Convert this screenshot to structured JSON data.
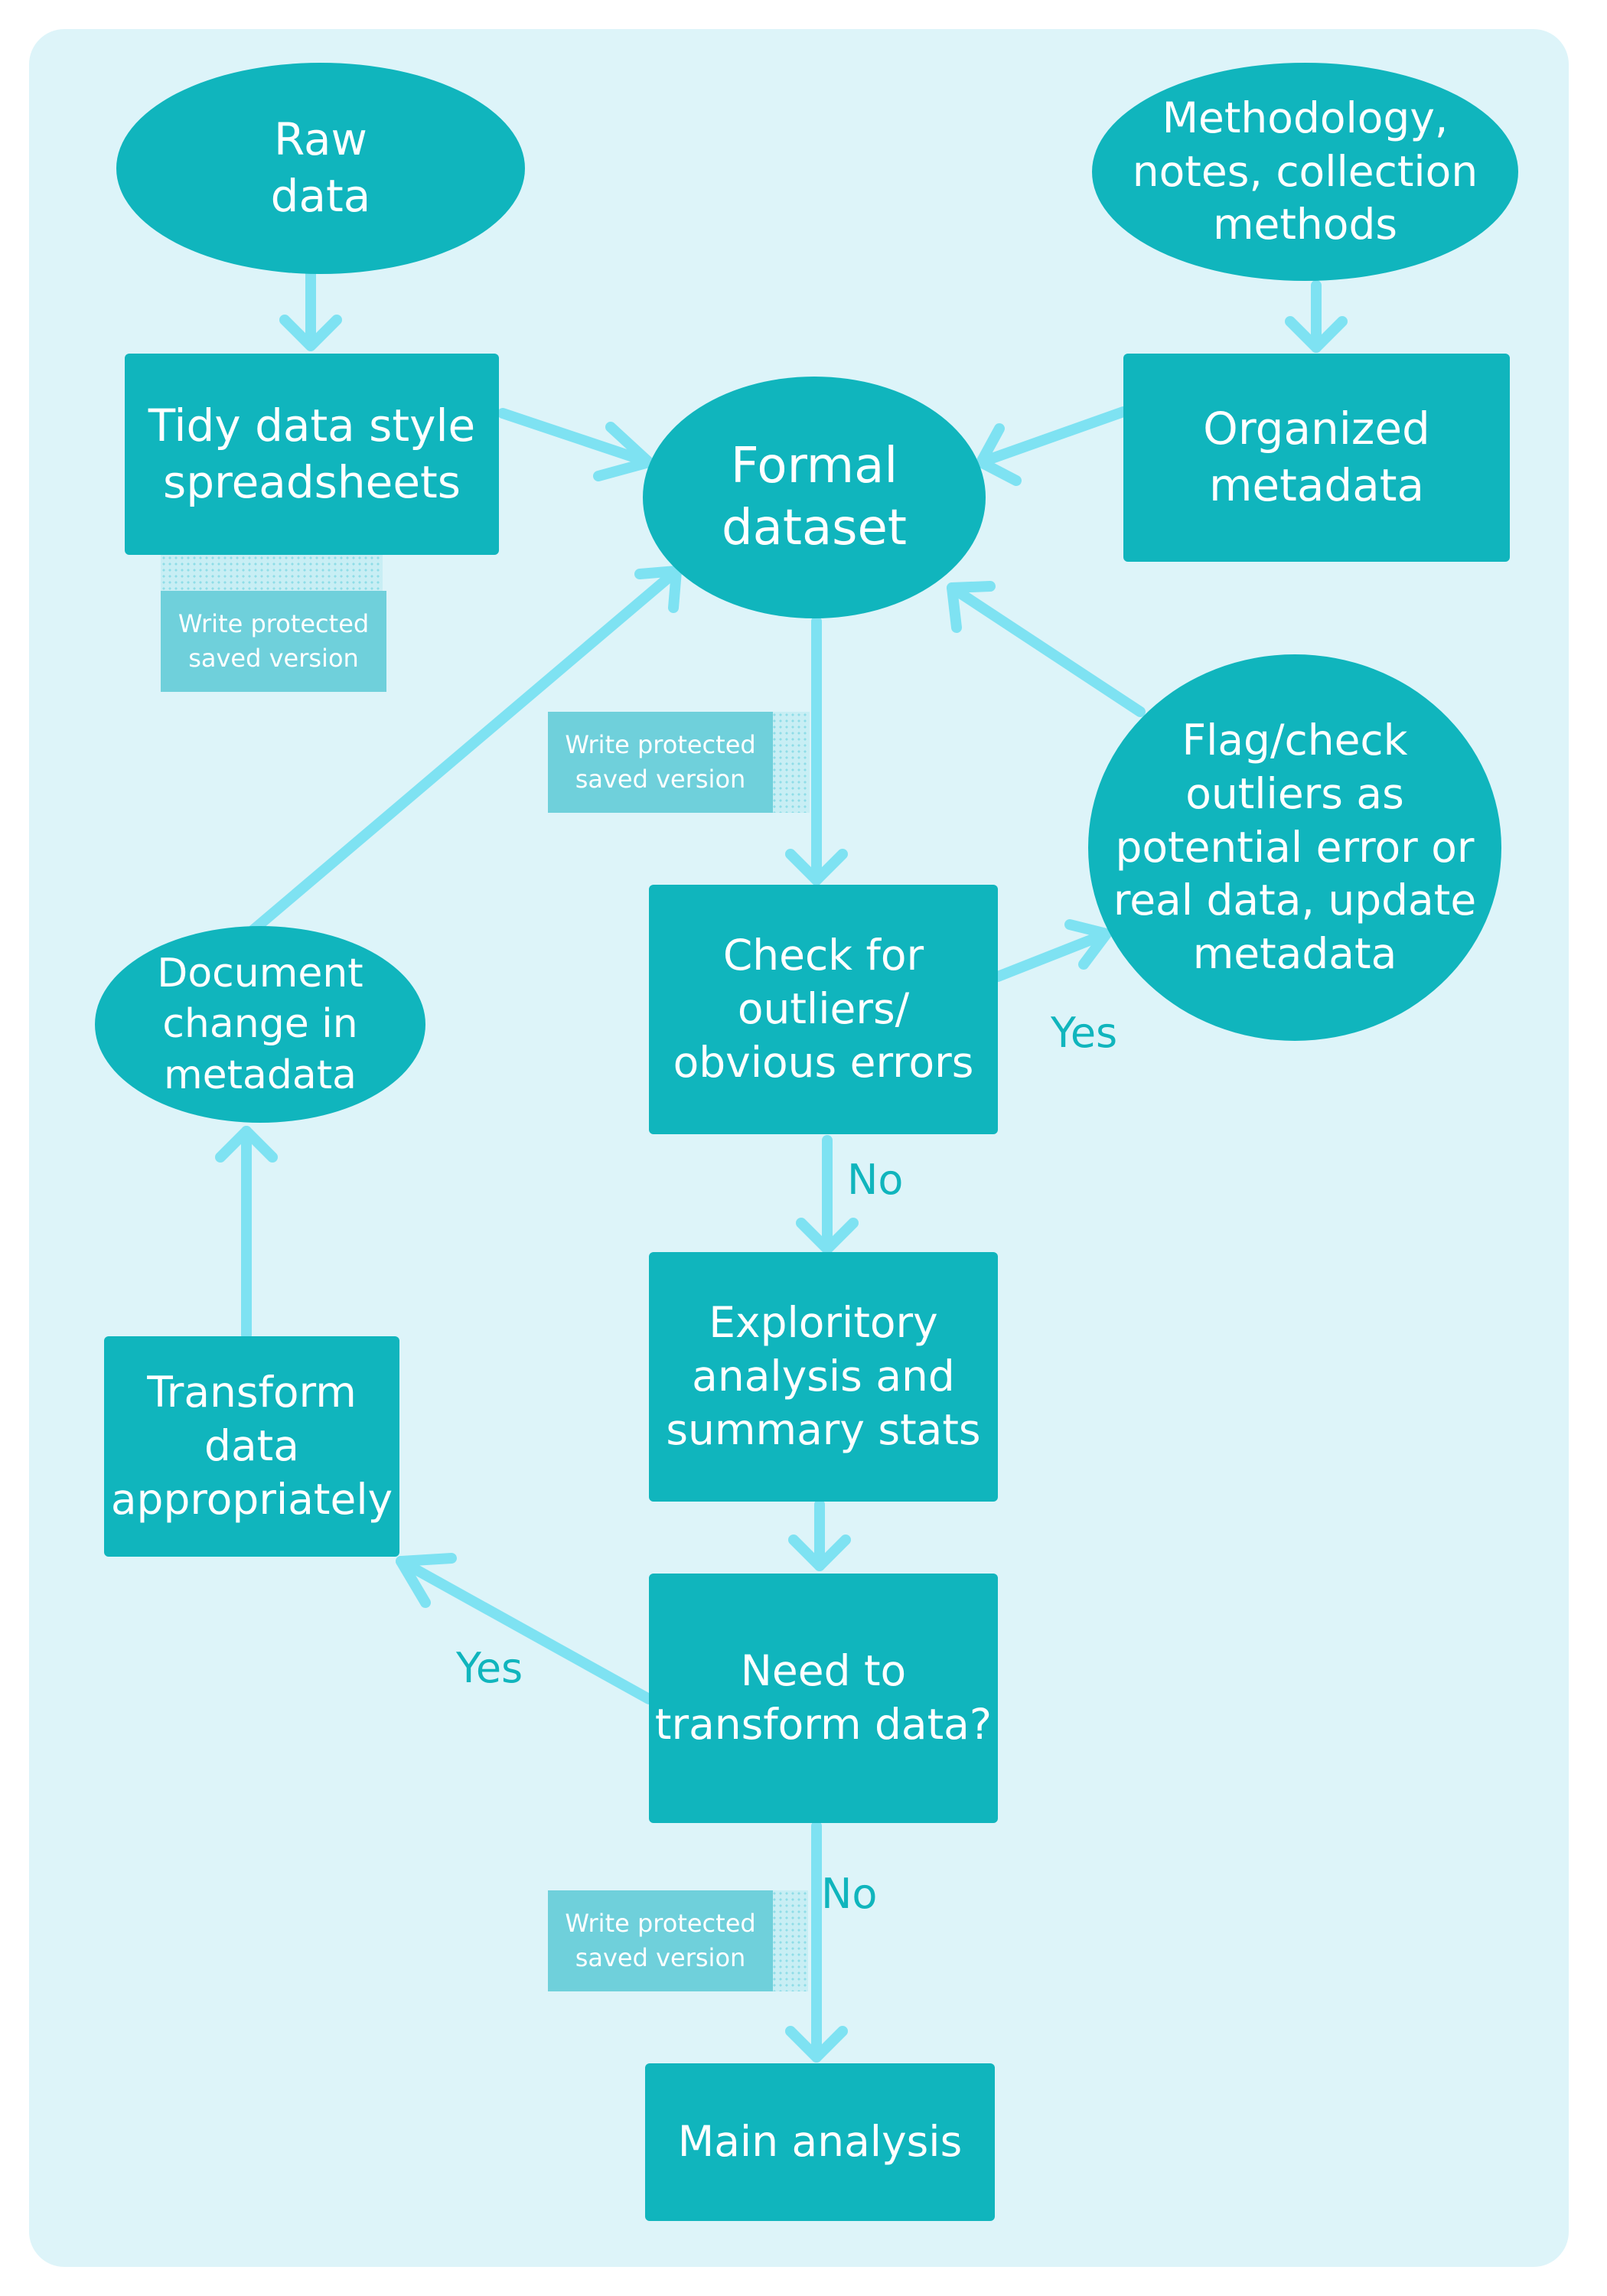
{
  "nodes": {
    "raw_data": "Raw\ndata",
    "methodology": "Methodology,\nnotes, collection\nmethods",
    "tidy_data": "Tidy data style\nspreadsheets",
    "formal_dataset": "Formal\ndataset",
    "organized_metadata": "Organized\nmetadata",
    "flag_check": "Flag/check\noutliers as\npotential error or\nreal data, update\nmetadata",
    "check_outliers": "Check for\noutliers/\nobvious errors",
    "document_change": "Document\nchange in\nmetadata",
    "exploratory": "Exploritory\nanalysis and\nsummary stats",
    "transform": "Transform\ndata\nappropriately",
    "need_transform": "Need to\ntransform data?",
    "main_analysis": "Main analysis"
  },
  "badges": {
    "badge_1": "Write protected\nsaved version",
    "badge_2": "Write protected\nsaved version",
    "badge_3": "Write protected\nsaved version"
  },
  "labels": {
    "yes_outliers": "Yes",
    "no_outliers": "No",
    "yes_transform": "Yes",
    "no_transform": "No"
  },
  "colors": {
    "background": "#ddf4f9",
    "node_fill": "#10b5bd",
    "arrow": "#7ee2f2",
    "badge": "#6fd0db",
    "label_text": "#10b5bd"
  }
}
